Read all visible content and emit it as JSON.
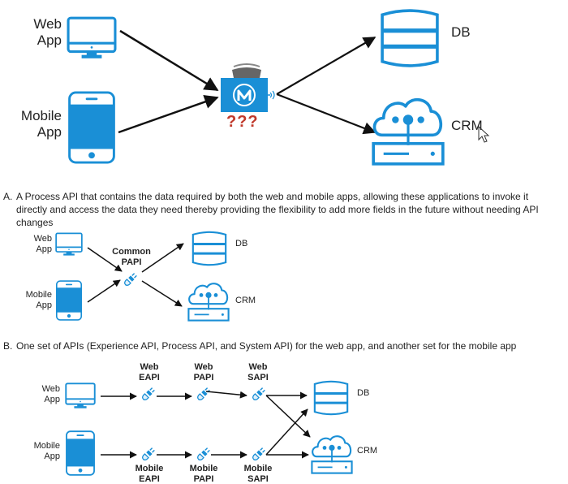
{
  "diagram_top": {
    "web_app_label": [
      "Web",
      "App"
    ],
    "mobile_app_label": [
      "Mobile",
      "App"
    ],
    "db_label": "DB",
    "crm_label": "CRM",
    "unknown_label": "???",
    "center_icon": "mulesoft-logo-icon"
  },
  "option_a": {
    "letter": "A.",
    "text_line1": "A Process API that contains the data required by both the web and mobile apps, allowing these applications to invoke it",
    "text_line2": "directly and access the data they need thereby providing the flexibility to add more fields in the future without needing API changes",
    "diagram": {
      "web_app_label": [
        "Web",
        "App"
      ],
      "mobile_app_label": [
        "Mobile",
        "App"
      ],
      "papi_label": [
        "Common",
        "PAPI"
      ],
      "db_label": "DB",
      "crm_label": "CRM"
    }
  },
  "option_b": {
    "letter": "B.",
    "text": "One set of APIs (Experience API, Process API, and System API) for the web app, and another set for the mobile app",
    "diagram": {
      "web_app_label": [
        "Web",
        "App"
      ],
      "mobile_app_label": [
        "Mobile",
        "App"
      ],
      "web_apis": [
        [
          "Web",
          "EAPI"
        ],
        [
          "Web",
          "PAPI"
        ],
        [
          "Web",
          "SAPI"
        ]
      ],
      "mobile_apis": [
        [
          "Mobile",
          "EAPI"
        ],
        [
          "Mobile",
          "PAPI"
        ],
        [
          "Mobile",
          "SAPI"
        ]
      ],
      "db_label": "DB",
      "crm_label": "CRM"
    }
  },
  "colors": {
    "icon_blue": "#1a8fd6",
    "arrow": "#111111",
    "question_marks": "#c0392b"
  }
}
